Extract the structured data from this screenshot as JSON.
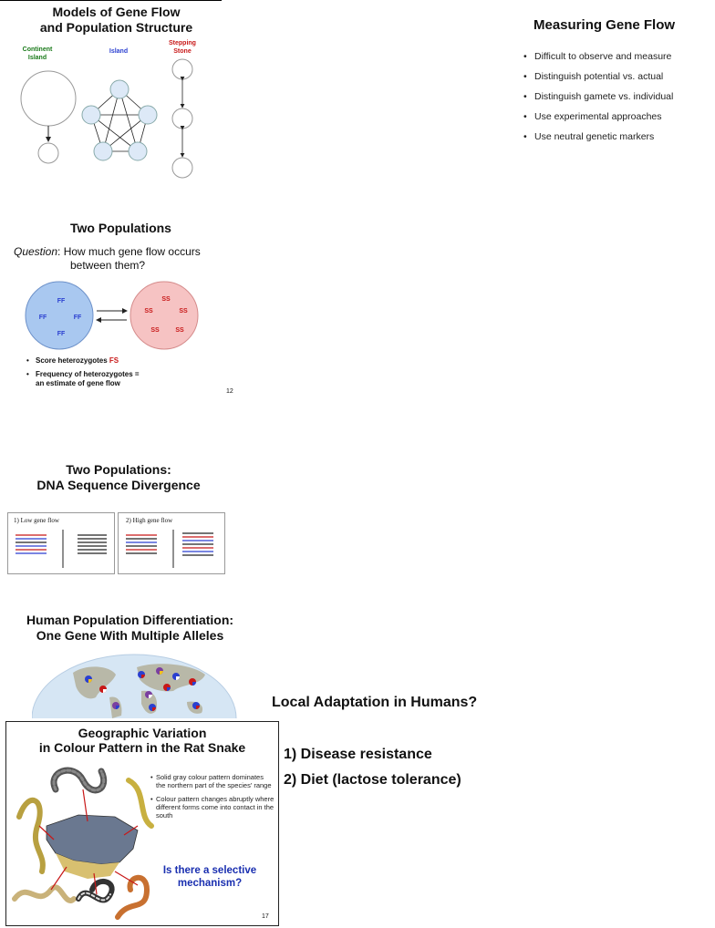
{
  "slide1": {
    "title_line1": "Models of Gene Flow",
    "title_line2": "and Population Structure",
    "label_continent": "Continent\nIsland",
    "label_island": "Island",
    "label_stepping": "Stepping\nStone",
    "colors": {
      "continent": "#1a7a1a",
      "island": "#2a3fd0",
      "stepping": "#c81818"
    }
  },
  "slide2": {
    "title": "Measuring Gene Flow",
    "bullets": [
      "Difficult to observe and measure",
      "Distinguish potential vs. actual",
      "Distinguish gamete vs. individual",
      "Use experimental approaches",
      "Use neutral genetic markers"
    ]
  },
  "slide3": {
    "title": "Two Populations",
    "question_label": "Question",
    "question_text": ": How much gene flow occurs",
    "question_text2": "between them?",
    "pop_left_genotype": "FF",
    "pop_right_genotype": "SS",
    "bullet1_prefix": "Score heterozygotes ",
    "bullet1_highlight": "FS",
    "bullet2_line1": "Frequency of heterozygotes =",
    "bullet2_line2": "an estimate of gene flow",
    "page_number": "12"
  },
  "slide4": {
    "title_line1": "Two Populations:",
    "title_line2": "DNA Sequence Divergence",
    "panel1_label": "1) Low gene flow",
    "panel2_label": "2) High gene flow"
  },
  "slide5": {
    "title_line1": "Human Population Differentiation:",
    "title_line2": "One Gene With Multiple Alleles"
  },
  "slide6": {
    "title": "Local Adaptation in Humans?",
    "items": [
      "1) Disease resistance",
      "2) Diet (lactose tolerance)"
    ]
  },
  "slide7": {
    "title_line1": "Geographic Variation",
    "title_line2": "in Colour Pattern in the Rat Snake",
    "note1": "Solid gray colour pattern dominates the northern part of the species' range",
    "note2": "Colour pattern changes abruptly where different forms come into contact in the south",
    "question": "Is there a selective mechanism?",
    "page_number": "17"
  }
}
